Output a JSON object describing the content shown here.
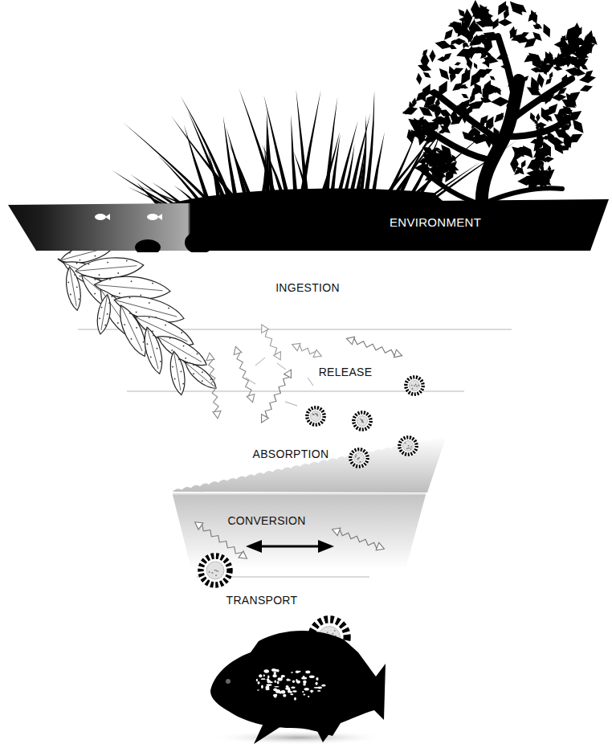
{
  "diagram": {
    "nodes": [
      {
        "text": [
          "ENVIRONMENT"
        ]
      }
    ],
    "labels": [
      "INGESTION",
      "RELEASE",
      "ABSORPTION",
      "CONVERSION",
      "TRANSPORT"
    ]
  }
}
